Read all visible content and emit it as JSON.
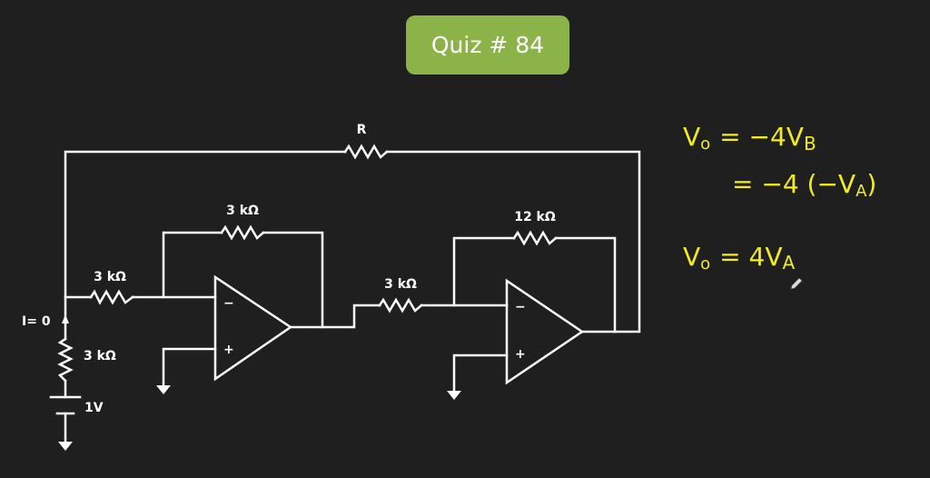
{
  "title": "Quiz # 84",
  "labels": {
    "r_feedback": "R",
    "r_in1": "3 kΩ",
    "r_f1": "3 kΩ",
    "r_in2": "3 kΩ",
    "r_f2": "12 kΩ",
    "r_ground": "3 kΩ",
    "current": "I= 0",
    "source": "1V",
    "minus": "−",
    "plus": "+"
  },
  "notes": {
    "line1_main": "V",
    "line1_sub": "o",
    "line1_rest": "= −4V",
    "line1_sub2": "B",
    "line2": "= −4 (−V",
    "line2_sub": "A",
    "line2_end": ")",
    "line3_main": "V",
    "line3_sub": "o",
    "line3_rest": "= 4V",
    "line3_sub2": "A"
  },
  "colors": {
    "badge": "#8cb347",
    "handwriting": "#f2ec1e",
    "background": "#1f1f1f"
  }
}
